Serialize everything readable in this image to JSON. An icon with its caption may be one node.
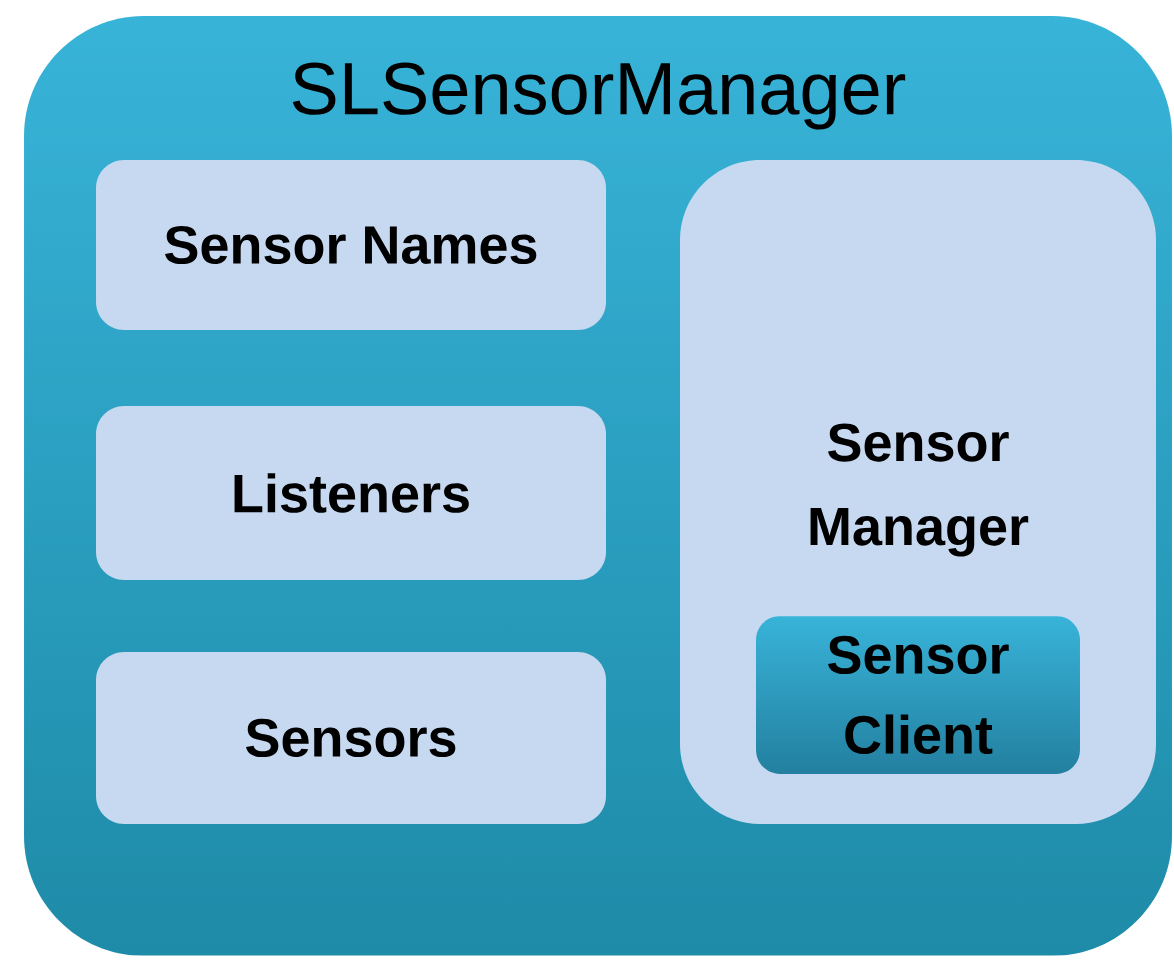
{
  "diagram": {
    "nodes": [
      {
        "text": [
          "SLSensorManager"
        ]
      },
      {
        "text": [
          "Sensor Names"
        ],
        "in": 0
      },
      {
        "text": [
          "Listeners"
        ],
        "in": 0
      },
      {
        "text": [
          "Sensors"
        ],
        "in": 0
      },
      {
        "text": [
          "Sensor Manager"
        ],
        "in": 0
      },
      {
        "text": [
          "Sensor Client"
        ],
        "in": 4
      }
    ]
  }
}
